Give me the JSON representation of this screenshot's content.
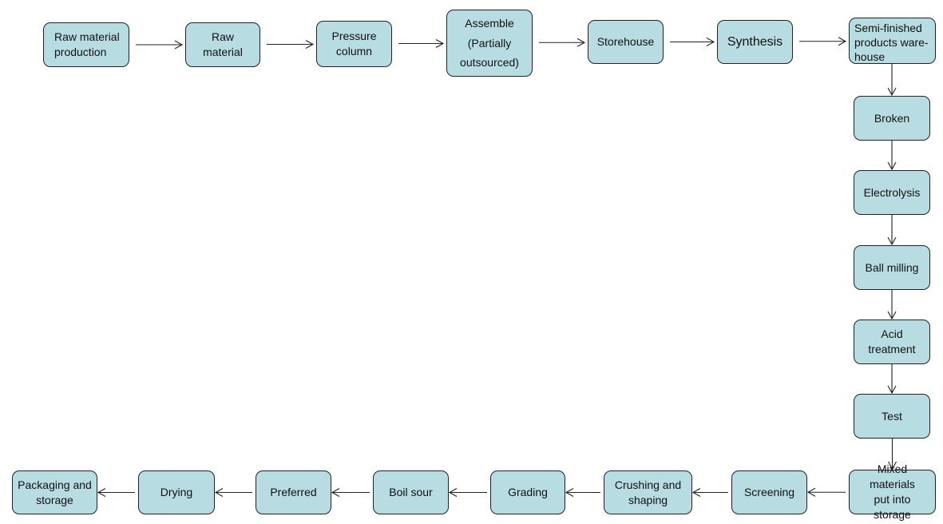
{
  "diagram": {
    "nodes": [
      {
        "id": "raw-material-production",
        "label": "Raw material\nproduction"
      },
      {
        "id": "raw-material",
        "label": "Raw material"
      },
      {
        "id": "pressure-column",
        "label": "Pressure\ncolumn"
      },
      {
        "id": "assemble",
        "label": "Assemble\n(Partially\noutsourced)"
      },
      {
        "id": "storehouse",
        "label": "Storehouse"
      },
      {
        "id": "synthesis",
        "label": "Synthesis"
      },
      {
        "id": "semi-finished-warehouse",
        "label": "Semi-finished\nproducts ware-\nhouse"
      },
      {
        "id": "broken",
        "label": "Broken"
      },
      {
        "id": "electrolysis",
        "label": "Electrolysis"
      },
      {
        "id": "ball-milling",
        "label": "Ball milling"
      },
      {
        "id": "acid-treatment",
        "label": "Acid treatment"
      },
      {
        "id": "test",
        "label": "Test"
      },
      {
        "id": "mixed-materials-storage",
        "label": "Mixed materials\nput into storage"
      },
      {
        "id": "screening",
        "label": "Screening"
      },
      {
        "id": "crushing-shaping",
        "label": "Crushing and\nshaping"
      },
      {
        "id": "grading",
        "label": "Grading"
      },
      {
        "id": "boil-sour",
        "label": "Boil sour"
      },
      {
        "id": "preferred",
        "label": "Preferred"
      },
      {
        "id": "drying",
        "label": "Drying"
      },
      {
        "id": "packaging-storage",
        "label": "Packaging and\nstorage"
      }
    ],
    "edges": [
      {
        "from": "raw-material-production",
        "to": "raw-material"
      },
      {
        "from": "raw-material",
        "to": "pressure-column"
      },
      {
        "from": "pressure-column",
        "to": "assemble"
      },
      {
        "from": "assemble",
        "to": "storehouse"
      },
      {
        "from": "storehouse",
        "to": "synthesis"
      },
      {
        "from": "synthesis",
        "to": "semi-finished-warehouse"
      },
      {
        "from": "semi-finished-warehouse",
        "to": "broken"
      },
      {
        "from": "broken",
        "to": "electrolysis"
      },
      {
        "from": "electrolysis",
        "to": "ball-milling"
      },
      {
        "from": "ball-milling",
        "to": "acid-treatment"
      },
      {
        "from": "acid-treatment",
        "to": "test"
      },
      {
        "from": "test",
        "to": "mixed-materials-storage"
      },
      {
        "from": "mixed-materials-storage",
        "to": "screening"
      },
      {
        "from": "screening",
        "to": "crushing-shaping"
      },
      {
        "from": "crushing-shaping",
        "to": "grading"
      },
      {
        "from": "grading",
        "to": "boil-sour"
      },
      {
        "from": "boil-sour",
        "to": "preferred"
      },
      {
        "from": "preferred",
        "to": "drying"
      },
      {
        "from": "drying",
        "to": "packaging-storage"
      }
    ],
    "colors": {
      "node_fill": "#b7dde2",
      "node_border": "#222222",
      "arrow": "#222222"
    }
  }
}
